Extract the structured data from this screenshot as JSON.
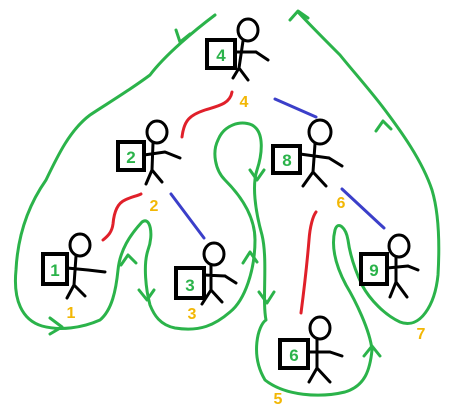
{
  "nodes": [
    {
      "id": "1",
      "label": "1",
      "order_label": "1"
    },
    {
      "id": "2",
      "label": "2",
      "order_label": "2"
    },
    {
      "id": "3",
      "label": "3",
      "order_label": "3"
    },
    {
      "id": "4",
      "label": "4",
      "order_label": "4"
    },
    {
      "id": "5",
      "label": "6",
      "order_label": "5"
    },
    {
      "id": "6",
      "label": "8",
      "order_label": "6"
    },
    {
      "id": "7",
      "label": "9",
      "order_label": "7"
    }
  ],
  "edges": [
    {
      "from": "4",
      "to": "2",
      "color": "#e0202a"
    },
    {
      "from": "4",
      "to": "8",
      "color": "#3b3fc9"
    },
    {
      "from": "2",
      "to": "1",
      "color": "#e0202a"
    },
    {
      "from": "2",
      "to": "3",
      "color": "#3b3fc9"
    },
    {
      "from": "8",
      "to": "6",
      "color": "#e0202a"
    },
    {
      "from": "8",
      "to": "9",
      "color": "#3b3fc9"
    }
  ],
  "colors": {
    "node_label": "#2bb34a",
    "order_label": "#f2b705",
    "tour_path": "#2bb34a",
    "left_edge": "#e0202a",
    "right_edge": "#3b3fc9"
  }
}
